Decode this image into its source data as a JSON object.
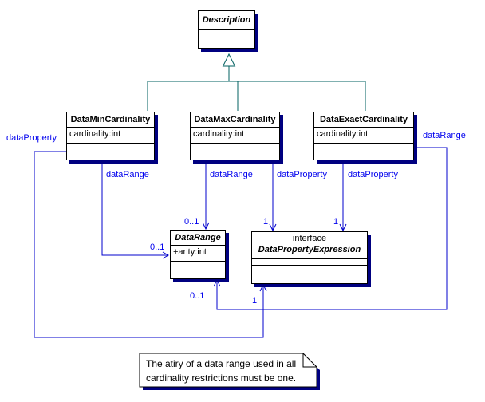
{
  "diagram": {
    "classes": {
      "description": {
        "name": "Description"
      },
      "data_min_cardinality": {
        "name": "DataMinCardinality",
        "attribute": "cardinality:int"
      },
      "data_max_cardinality": {
        "name": "DataMaxCardinality",
        "attribute": "cardinality:int"
      },
      "data_exact_cardinality": {
        "name": "DataExactCardinality",
        "attribute": "cardinality:int"
      },
      "data_range": {
        "name": "DataRange",
        "attribute": "+arity:int"
      },
      "data_property_expression": {
        "stereotype": "interface",
        "name": "DataPropertyExpression"
      }
    },
    "edge_labels": {
      "min_data_property": "dataProperty",
      "min_data_range": "dataRange",
      "max_data_range": "dataRange",
      "max_data_property": "dataProperty",
      "exact_data_property": "dataProperty",
      "exact_data_range": "dataRange"
    },
    "multiplicities": {
      "data_range_top": "0..1",
      "data_range_left": "0..1",
      "data_range_bottom": "0..1",
      "dpe_top_from_max": "1",
      "dpe_top_from_exact": "1",
      "dpe_bottom": "1"
    },
    "note": {
      "line1": "The atiry of a data range used in all",
      "line2": "cardinality restrictions must be one."
    },
    "colors": {
      "association_line": "#0000cc",
      "generalization_line": "#006060",
      "box_shadow": "#000080",
      "edge_label_text": "#0000ee"
    }
  }
}
